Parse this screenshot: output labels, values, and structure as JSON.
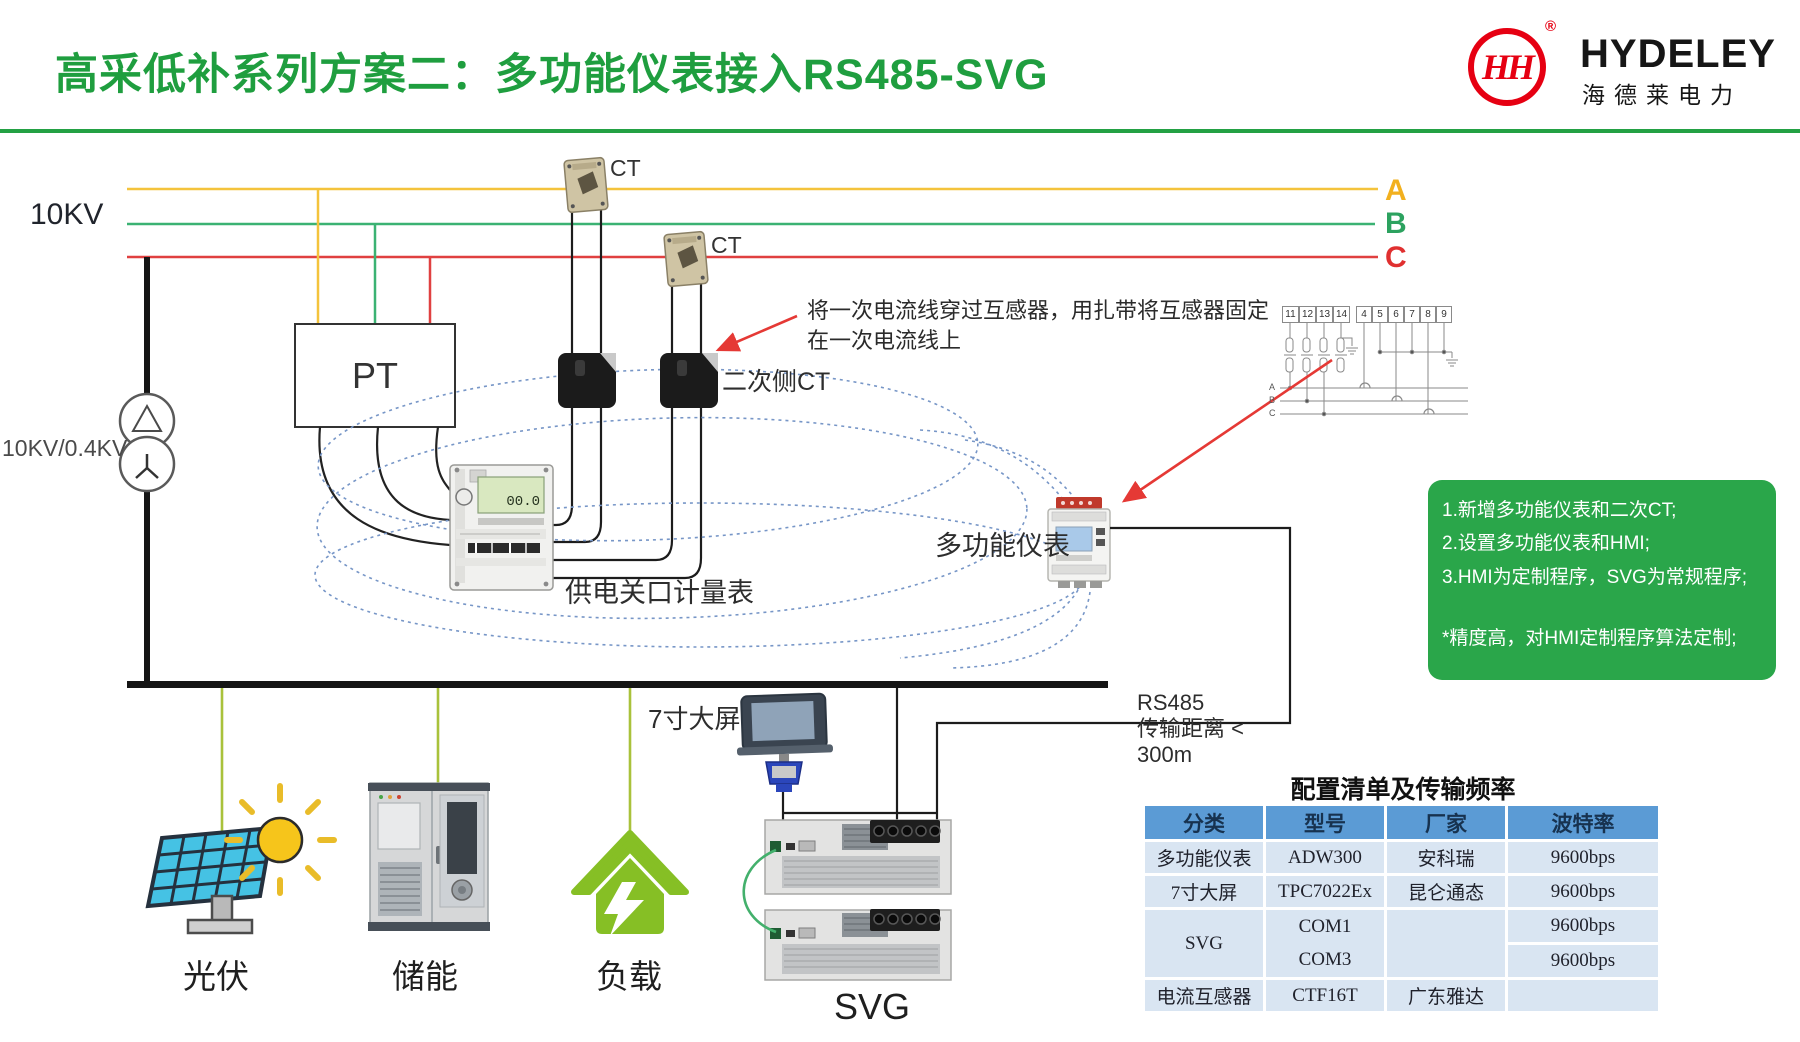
{
  "header": {
    "title": "高采低补系列方案二：多功能仪表接入RS485-SVG",
    "title_color": "#1f9e3f",
    "divider_color": "#23a144",
    "logo": {
      "monogram": "HH",
      "reg": "®",
      "brand": "HYDELEY",
      "brand_cn": "海德莱电力",
      "red": "#e60012"
    }
  },
  "bus": {
    "voltage": "10KV",
    "transformer_ratio": "10KV/0.4KV",
    "phases": [
      {
        "label": "A",
        "color": "#f2b01e"
      },
      {
        "label": "B",
        "color": "#2ca25f"
      },
      {
        "label": "C",
        "color": "#e03030"
      }
    ]
  },
  "labels": {
    "pt": "PT",
    "ct": "CT",
    "secondary_ct": "二次侧CT",
    "gateway_meter": "供电关口计量表",
    "meter_display": "00.0",
    "multifunction_meter": "多功能仪表",
    "hmi": "7寸大屏",
    "svg_unit": "SVG",
    "pv": "光伏",
    "storage": "储能",
    "load": "负载"
  },
  "annotation": {
    "line1": "将一次电流线穿过互感器，用扎带将互感器固定",
    "line2": "在一次电流线上"
  },
  "rs485": {
    "line1": "RS485",
    "line2": "传输距离 <",
    "line3": "300m"
  },
  "notes": {
    "bg": "#2aa64a",
    "items": [
      "1.新增多功能仪表和二次CT;",
      "2.设置多功能仪表和HMI;",
      "3.HMI为定制程序，SVG为常规程序;"
    ],
    "footnote": "*精度高，对HMI定制程序算法定制;"
  },
  "schematic": {
    "terminals_left": [
      "11",
      "12",
      "13",
      "14"
    ],
    "terminals_right": [
      "4",
      "5",
      "6",
      "7",
      "8",
      "9"
    ],
    "rows": [
      "A",
      "B",
      "C"
    ]
  },
  "table": {
    "title": "配置清单及传输频率",
    "header_bg": "#5b9bd5",
    "cell_bg": "#d9e5f2",
    "headers": [
      "分类",
      "型号",
      "厂家",
      "波特率"
    ],
    "row1": [
      "多功能仪表",
      "ADW300",
      "安科瑞",
      "9600bps"
    ],
    "row2": [
      "7寸大屏",
      "TPC7022Ex",
      "昆仑通态",
      "9600bps"
    ],
    "row34": {
      "category": "SVG",
      "model1": "COM1",
      "model2": "COM3",
      "vendor": "",
      "baud1": "9600bps",
      "baud2": "9600bps"
    },
    "row5": [
      "电流互感器",
      "CTF16T",
      "广东雅达",
      ""
    ]
  }
}
